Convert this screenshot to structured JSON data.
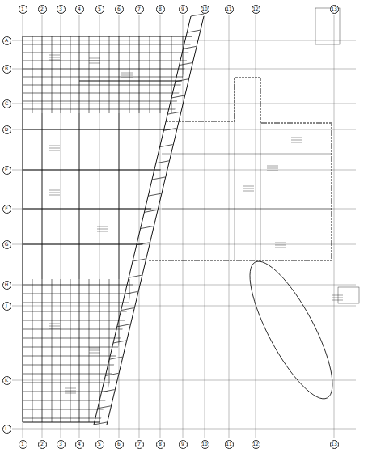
{
  "diagram": {
    "labels": [
      "1",
      "2",
      "3",
      "4",
      "5",
      "6",
      "7",
      "8",
      "9",
      "10",
      "11",
      "12",
      "13",
      "1",
      "2",
      "3",
      "4",
      "5",
      "6",
      "7",
      "8",
      "9",
      "10",
      "11",
      "12",
      "13",
      "A",
      "B",
      "C",
      "D",
      "E",
      "F",
      "G",
      "H",
      "J",
      "K",
      "L"
    ]
  }
}
